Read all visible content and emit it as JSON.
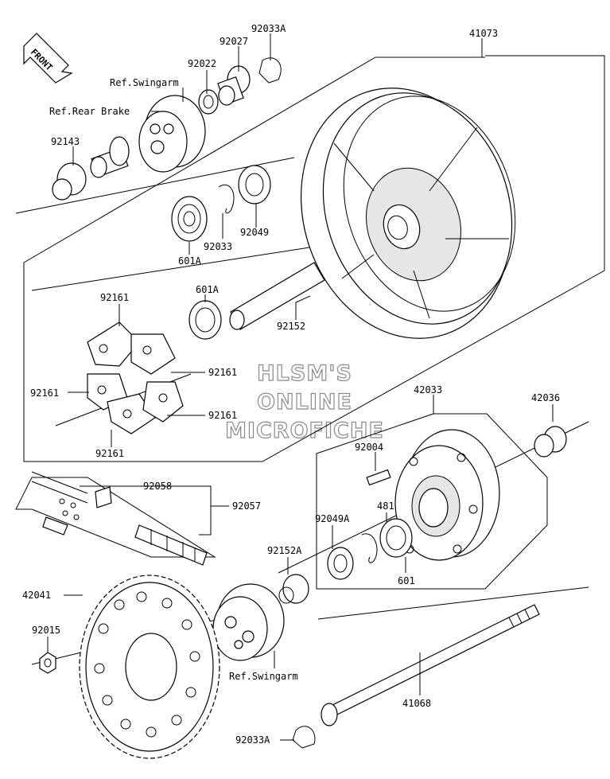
{
  "front_badge": "FRONT",
  "watermark": [
    "HLSM'S",
    "ONLINE",
    "MICROFICHE"
  ],
  "labels": {
    "p41073": "41073",
    "p92033A_top": "92033A",
    "p92027": "92027",
    "p92022": "92022",
    "ref_swingarm_top": "Ref.Swingarm",
    "ref_rear_brake": "Ref.Rear Brake",
    "p92143": "92143",
    "p92033": "92033",
    "p92049": "92049",
    "p601A_a": "601A",
    "p601A_b": "601A",
    "p92152": "92152",
    "p92161_a": "92161",
    "p92161_b": "92161",
    "p92161_c": "92161",
    "p92161_d": "92161",
    "p92161_e": "92161",
    "p42033": "42033",
    "p42036": "42036",
    "p92004": "92004",
    "p92058": "92058",
    "p92057": "92057",
    "p481": "481",
    "p92049A": "92049A",
    "p92152A": "92152A",
    "p601": "601",
    "p42041": "42041",
    "p92015": "92015",
    "ref_swingarm_bottom": "Ref.Swingarm",
    "p41068": "41068",
    "p92033A_bottom": "92033A"
  }
}
